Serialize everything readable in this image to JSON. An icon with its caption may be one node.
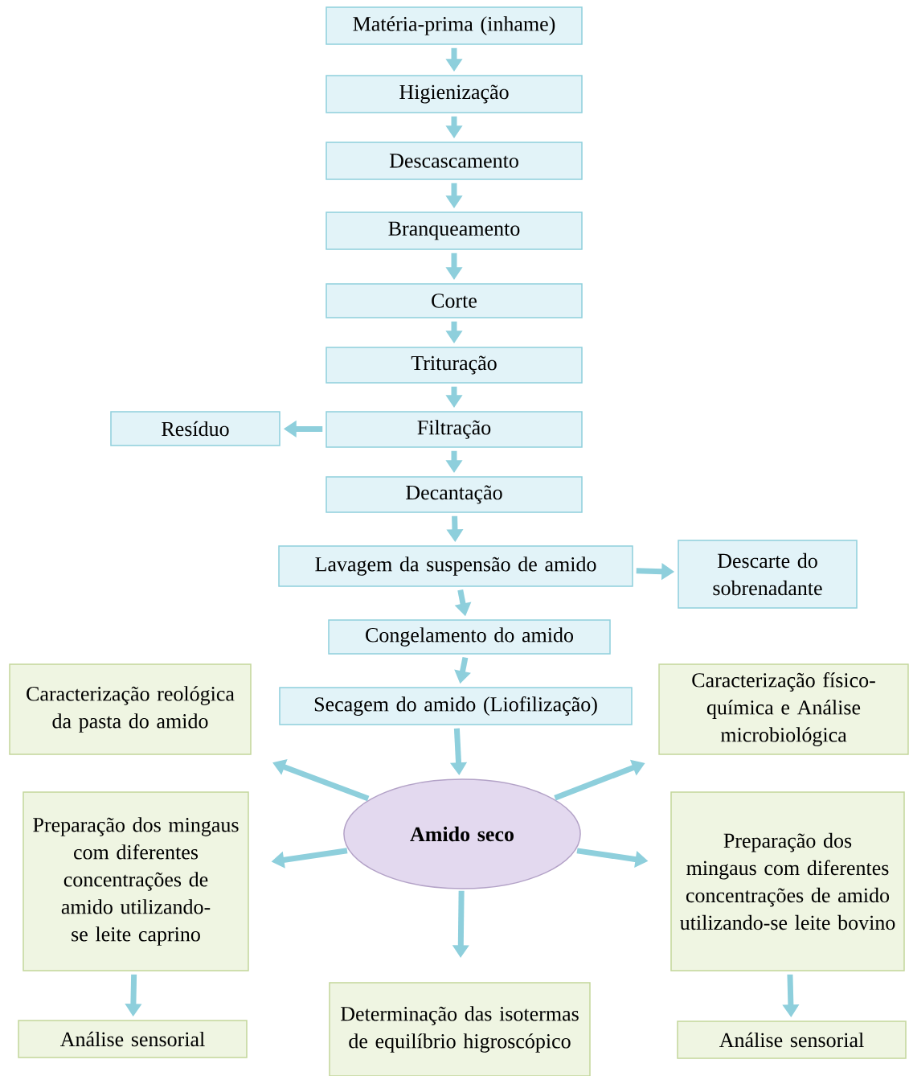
{
  "diagram": {
    "nodes": [
      {
        "text": [
          "Matéria-prima (inhame)"
        ]
      },
      {
        "text": [
          "Higienização"
        ]
      },
      {
        "text": [
          "Descascamento"
        ]
      },
      {
        "text": [
          "Branqueamento"
        ]
      },
      {
        "text": [
          "Corte"
        ]
      },
      {
        "text": [
          "Trituração"
        ]
      },
      {
        "text": [
          "Filtração"
        ]
      },
      {
        "text": [
          "Resíduo"
        ]
      },
      {
        "text": [
          "Decantação"
        ]
      },
      {
        "text": [
          "Lavagem da suspensão de amido"
        ]
      },
      {
        "text": [
          "Descarte do sobrenadante"
        ]
      },
      {
        "text": [
          "Congelamento do amido"
        ]
      },
      {
        "text": [
          "Secagem do amido (Liofilização)"
        ]
      },
      {
        "text": [
          "Caracterização reológica da pasta do amido"
        ]
      },
      {
        "text": [
          "Caracterização físico- química e Análise microbiológica"
        ]
      },
      {
        "text": [
          "**Amido seco**"
        ]
      },
      {
        "text": [
          "Preparação dos mingaus com diferentes concentrações de amido utilizando-se leite caprino"
        ]
      },
      {
        "text": [
          "Preparação dos mingaus com diferentes concentrações de amido utilizando-se leite bovino"
        ]
      },
      {
        "text": [
          "Análise sensorial"
        ]
      },
      {
        "text": [
          "Determinação das isotermas de equilíbrio higroscópico"
        ]
      },
      {
        "text": [
          "Análise sensorial"
        ]
      }
    ],
    "edges": [
      {
        "from": 0,
        "to": 1,
        "arrow": "to"
      },
      {
        "from": 1,
        "to": 2,
        "arrow": "to"
      },
      {
        "from": 2,
        "to": 3,
        "arrow": "to"
      },
      {
        "from": 3,
        "to": 4,
        "arrow": "to"
      },
      {
        "from": 4,
        "to": 5,
        "arrow": "to"
      },
      {
        "from": 5,
        "to": 6,
        "arrow": "to"
      },
      {
        "from": 6,
        "to": 7,
        "arrow": "to"
      },
      {
        "from": 6,
        "to": 8,
        "arrow": "to"
      },
      {
        "from": 8,
        "to": 9,
        "arrow": "to"
      },
      {
        "from": 9,
        "to": 10,
        "arrow": "to"
      },
      {
        "from": 9,
        "to": 11,
        "arrow": "to"
      },
      {
        "from": 11,
        "to": 12,
        "arrow": "to"
      },
      {
        "from": 12,
        "to": 15,
        "arrow": "to"
      },
      {
        "from": 15,
        "to": 13,
        "arrow": "to"
      },
      {
        "from": 15,
        "to": 14,
        "arrow": "to"
      },
      {
        "from": 15,
        "to": 16,
        "arrow": "to"
      },
      {
        "from": 15,
        "to": 17,
        "arrow": "to"
      },
      {
        "from": 15,
        "to": 19,
        "arrow": "to"
      },
      {
        "from": 16,
        "to": 18,
        "arrow": "to"
      },
      {
        "from": 17,
        "to": 20,
        "arrow": "to"
      }
    ]
  }
}
